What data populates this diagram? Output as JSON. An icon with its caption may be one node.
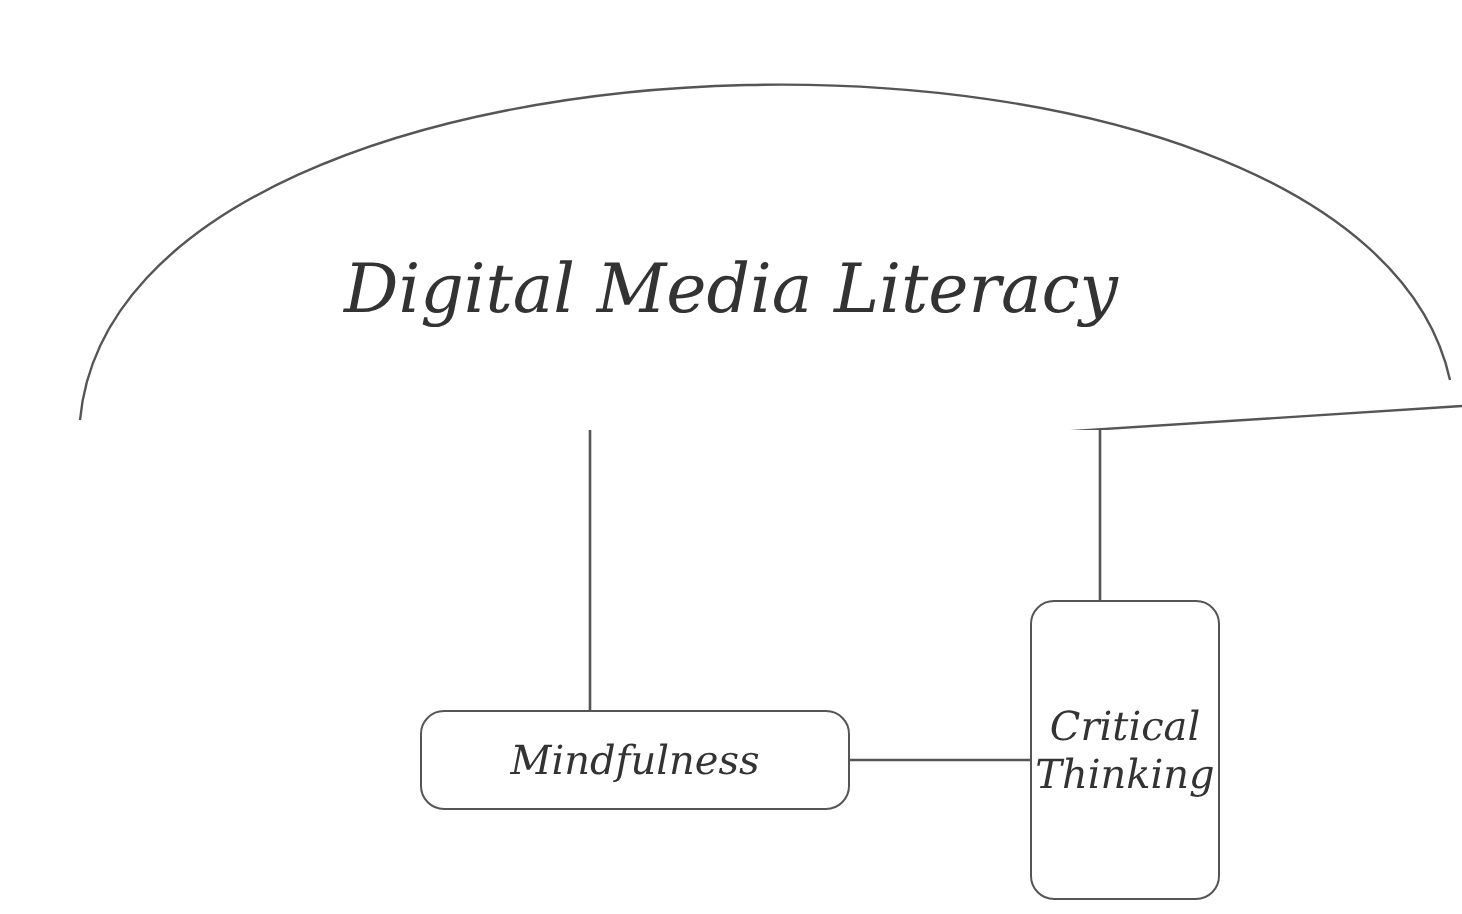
{
  "diagram": {
    "nodes": [
      {
        "text": [
          "Digital Media Literacy"
        ]
      },
      {
        "text": [
          "Mindfulness"
        ]
      },
      {
        "text": [
          "Critical Thinking"
        ]
      }
    ],
    "edges": [
      {
        "from": 0,
        "to": 1,
        "arrow": "none"
      },
      {
        "from": 0,
        "to": 2,
        "arrow": "none"
      },
      {
        "from": 1,
        "to": 2,
        "arrow": "none"
      }
    ]
  }
}
